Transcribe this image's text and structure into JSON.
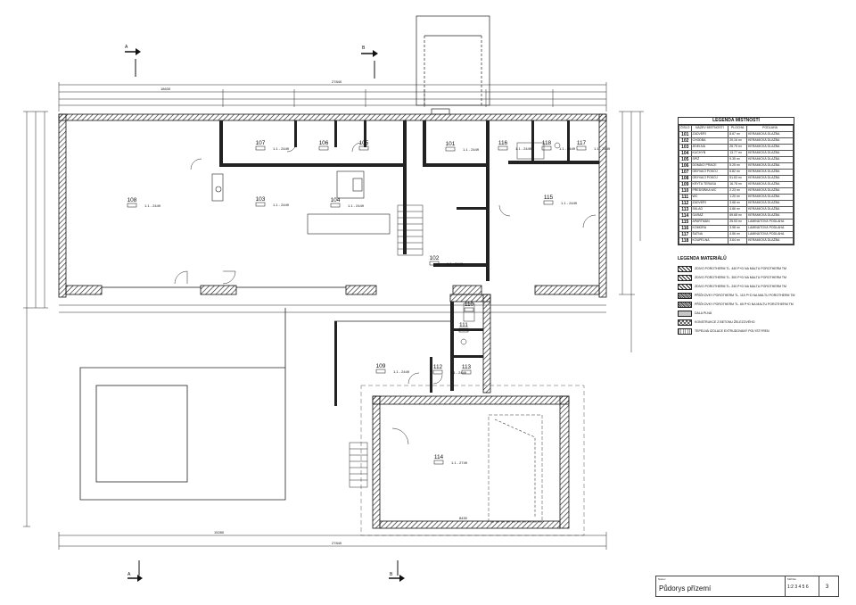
{
  "sections": {
    "A": "A",
    "B": "B"
  },
  "rooms": [
    {
      "id": "101",
      "area_tag": "1.1 - 2449"
    },
    {
      "id": "102",
      "area_tag": "1.1 - 2449"
    },
    {
      "id": "103",
      "area_tag": "1.1 - 2449"
    },
    {
      "id": "104",
      "area_tag": "1.1 - 2449"
    },
    {
      "id": "105",
      "area_tag": ""
    },
    {
      "id": "106",
      "area_tag": ""
    },
    {
      "id": "107",
      "area_tag": "1.1 - 2449"
    },
    {
      "id": "108",
      "area_tag": "1.1 - 2449"
    },
    {
      "id": "109",
      "area_tag": "1.1 - 2449"
    },
    {
      "id": "110",
      "area_tag": ""
    },
    {
      "id": "111",
      "area_tag": ""
    },
    {
      "id": "112",
      "area_tag": "1.1 - 2449"
    },
    {
      "id": "113",
      "area_tag": ""
    },
    {
      "id": "114",
      "area_tag": "1.1 - 2749"
    },
    {
      "id": "115",
      "area_tag": "1.1 - 2449"
    },
    {
      "id": "116",
      "area_tag": "1.1 - 2449"
    },
    {
      "id": "117",
      "area_tag": "1.1 - 2449"
    },
    {
      "id": "118",
      "area_tag": "1.1 - 2449"
    }
  ],
  "dimensions": {
    "overall_top": "27840",
    "overall_bottom": "27840",
    "segment_top": "18630",
    "segment_bottom": "15280",
    "garage_width": "8430"
  },
  "legend_rooms": {
    "title": "LEGENDA MÍSTNOSTÍ",
    "headers": [
      "ČÍSLO",
      "NÁZEV MÍSTNOSTI",
      "PLOCHA",
      "PODLAHA"
    ],
    "rows": [
      [
        "101",
        "ZÁDVEŘÍ",
        "8.67 m²",
        "KERAMICKÁ DLAŽBA"
      ],
      [
        "102",
        "CHODBA",
        "20.16 m²",
        "KERAMICKÁ DLAŽBA"
      ],
      [
        "103",
        "JÍDELNA",
        "25.75 m²",
        "KERAMICKÁ DLAŽBA"
      ],
      [
        "104",
        "KUCHYŇ",
        "13.77 m²",
        "KERAMICKÁ DLAŽBA"
      ],
      [
        "105",
        "SPÍŽ",
        "9.35 m²",
        "KERAMICKÁ DLAŽBA"
      ],
      [
        "106",
        "DOMÁCÍ PRÁCE",
        "5.25 m²",
        "KERAMICKÁ DLAŽBA"
      ],
      [
        "107",
        "OBÝVACÍ POKOJ",
        "6.82 m²",
        "KERAMICKÁ DLAŽBA"
      ],
      [
        "108",
        "OBÝVACÍ POKOJ",
        "51.83 m²",
        "KERAMICKÁ DLAŽBA"
      ],
      [
        "109",
        "KRYTÁ TERASA",
        "16.78 m²",
        "KERAMICKÁ DLAŽBA"
      ],
      [
        "110",
        "PŘEDSÍŇKA WC",
        "2.23 m²",
        "KERAMICKÁ DLAŽBA"
      ],
      [
        "111",
        "WC",
        "1.20 m²",
        "KERAMICKÁ DLAŽBA"
      ],
      [
        "112",
        "ZÁDVEŘÍ",
        "3.68 m²",
        "KERAMICKÁ DLAŽBA"
      ],
      [
        "113",
        "SKLAD",
        "4.86 m²",
        "KERAMICKÁ DLAŽBA"
      ],
      [
        "114",
        "GARÁŽ",
        "69.68 m²",
        "KERAMICKÁ DLAŽBA"
      ],
      [
        "115",
        "APARTMÁN",
        "25.53 m²",
        "LAMINÁTOVÁ PODLAHA"
      ],
      [
        "116",
        "KOMORA",
        "3.98 m²",
        "LAMINÁTOVÁ PODLAHA"
      ],
      [
        "117",
        "ŠATNA",
        "4.56 m²",
        "LAMINÁTOVÁ PODLAHA"
      ],
      [
        "118",
        "KOUPELNA",
        "3.64 m²",
        "KERAMICKÁ DLAŽBA"
      ]
    ]
  },
  "legend_materials": {
    "title": "LEGENDA MATERIÁLŮ",
    "items": [
      {
        "label": "ZDIVO POROTHERM TL. 440 P+D NA MALTU POROTHERM TM",
        "pattern": "hatch"
      },
      {
        "label": "ZDIVO POROTHERM TL. 300 P+D NA MALTU POROTHERM TM",
        "pattern": "hatch"
      },
      {
        "label": "ZDIVO POROTHERM TL. 240 P+D NA MALTU POROTHERM TM",
        "pattern": "hatch"
      },
      {
        "label": "PŘÍČKOVKY POROTHERM TL. 115 P+D NA MALTU POROTHERM TM",
        "pattern": "dense"
      },
      {
        "label": "PŘÍČKOVKY POROTHERM TL. 65 P+D NA MALTU POROTHERM TM",
        "pattern": "dense"
      },
      {
        "label": "DALA PLNÁ",
        "pattern": "dots"
      },
      {
        "label": "KONSTRUKCE Z BETONU ŽELEZOVÉHO",
        "pattern": "cross"
      },
      {
        "label": "TEPELNÁ IZOLACE EXTRUDOVANÝ POLYSTYREN",
        "pattern": "zigzag"
      }
    ]
  },
  "titleblock": {
    "label_small": "Název",
    "name": "Půdorys přízemí",
    "scale_label": "Měřítko",
    "scale": "1:2 3 4 5 6",
    "sheet": "3"
  }
}
